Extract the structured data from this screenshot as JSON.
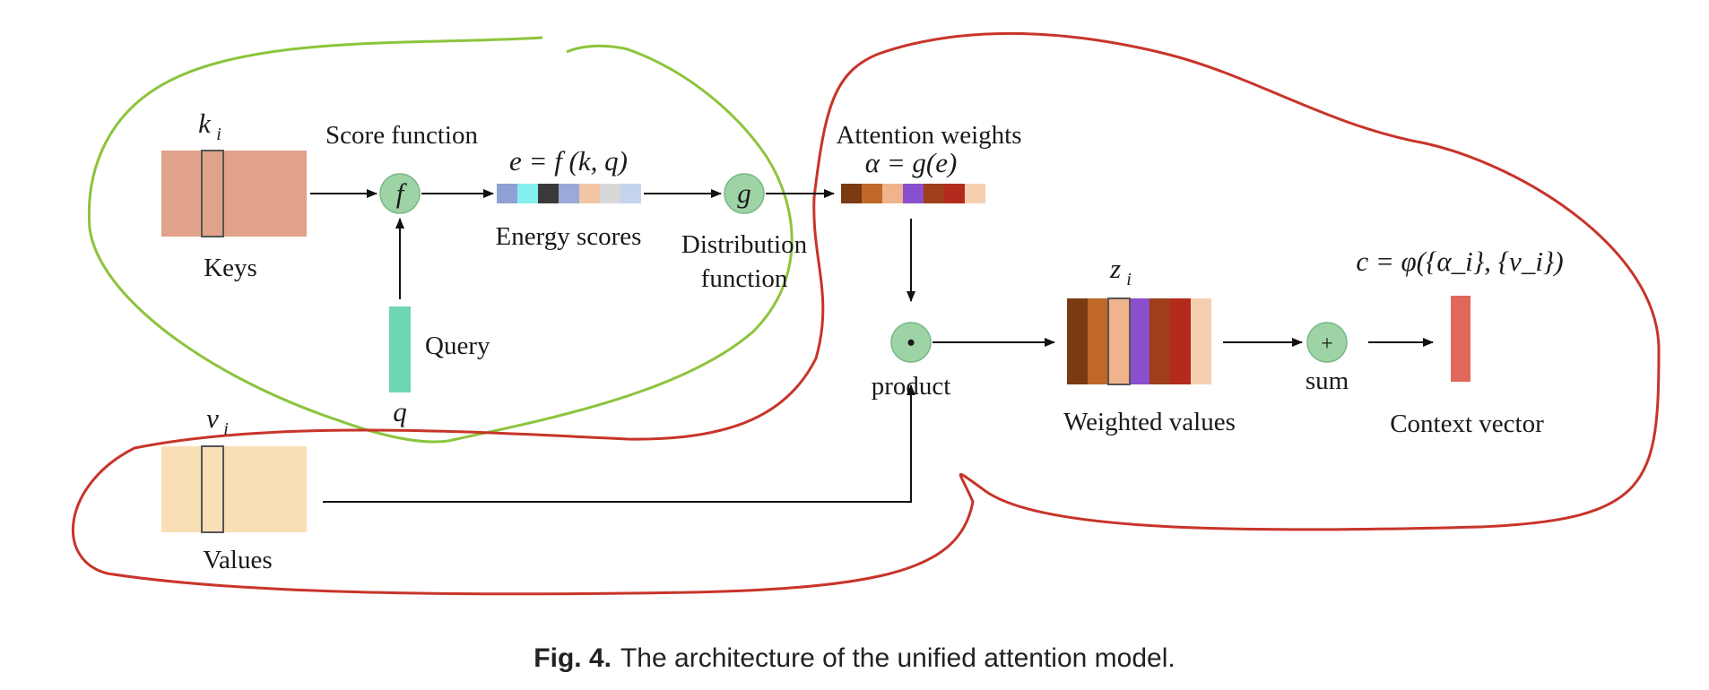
{
  "labels": {
    "keys": "Keys",
    "key_index": "k",
    "key_index_sub": "i",
    "score_function": "Score function",
    "score_node": "f",
    "query": "Query",
    "query_symbol": "q",
    "energy_formula": "e = f (k, q)",
    "energy_scores": "Energy scores",
    "distribution_node": "g",
    "distribution_line1": "Distribution",
    "distribution_line2": "function",
    "attention_weights": "Attention weights",
    "attention_formula": "α = g(e)",
    "product_node": "•",
    "product": "product",
    "values": "Values",
    "value_index": "v",
    "value_index_sub": "i",
    "weighted_index": "z",
    "weighted_index_sub": "i",
    "weighted_values": "Weighted values",
    "sum_node": "+",
    "sum": "sum",
    "context_formula": "c = φ({α_i}, {v_i})",
    "context_vector": "Context vector"
  },
  "caption": {
    "prefix": "Fig. 4.",
    "text": "The architecture of the unified attention model."
  },
  "colors": {
    "keys": "#e0a28a",
    "values": "#f8dfb5",
    "query": "#6fd6b4",
    "node_fill": "#9ed3a6",
    "context_vector": "#e0685a",
    "green_outline": "#8cc43c",
    "red_outline": "#c8342a",
    "energy_cells": [
      "#8ea0d4",
      "#85eef0",
      "#3a3a3a",
      "#9aaad8",
      "#f2c6a4",
      "#d8d8d8",
      "#c4d4ec"
    ],
    "attention_cells": [
      "#7a3a12",
      "#c06828",
      "#efb48c",
      "#8a4fcc",
      "#9e3e1a",
      "#b42a1c",
      "#f6cfb0"
    ],
    "weighted_cells": [
      "#7a3a12",
      "#c06828",
      "#efb48c",
      "#8a4fcc",
      "#9e3e1a",
      "#b42a1c",
      "#f6cfb0"
    ]
  }
}
